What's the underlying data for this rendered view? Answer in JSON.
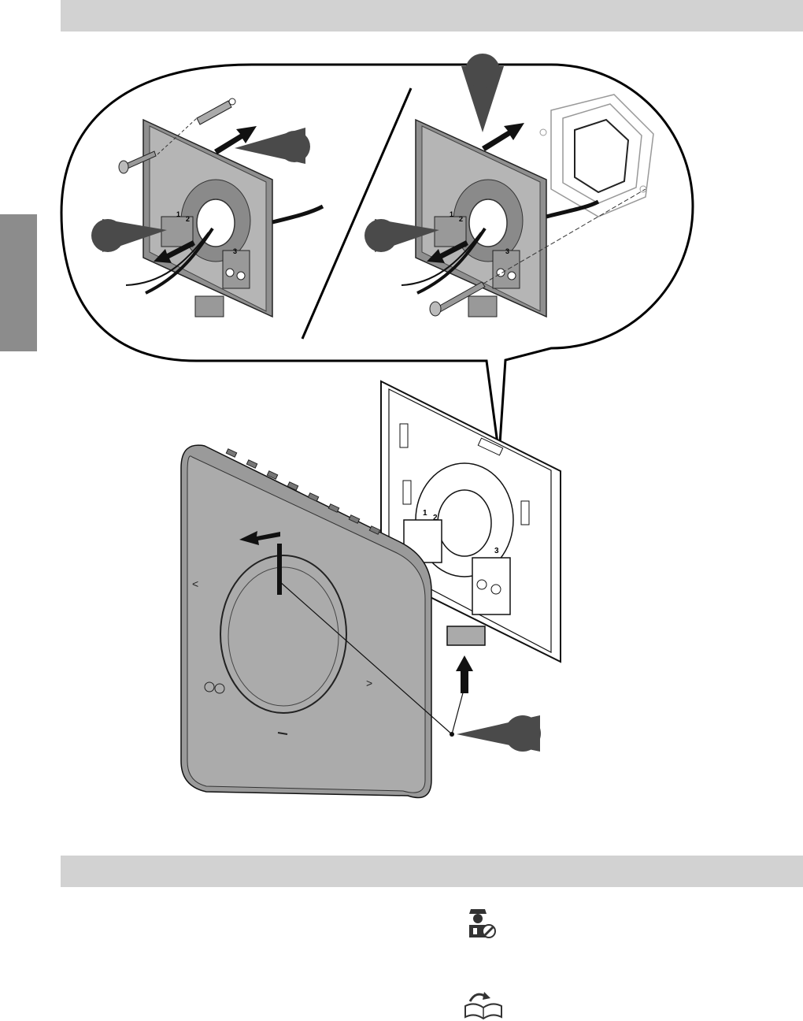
{
  "page": {
    "top_band_text": "",
    "bottom_band_text": ""
  },
  "steps": {
    "callout_a": "",
    "callout_b": "",
    "callout_c": "",
    "callout_d": "",
    "callout_e": ""
  },
  "terminals": {
    "label_1": "1",
    "label_2": "2",
    "label_3": "3"
  },
  "icons": {
    "installer": "installer-tools-icon",
    "manual": "manual-book-icon"
  },
  "colors": {
    "band": "#d2d2d2",
    "side_tab": "#8c8c8c",
    "device": "#a9a9a9",
    "callout": "#4a4a4a"
  }
}
